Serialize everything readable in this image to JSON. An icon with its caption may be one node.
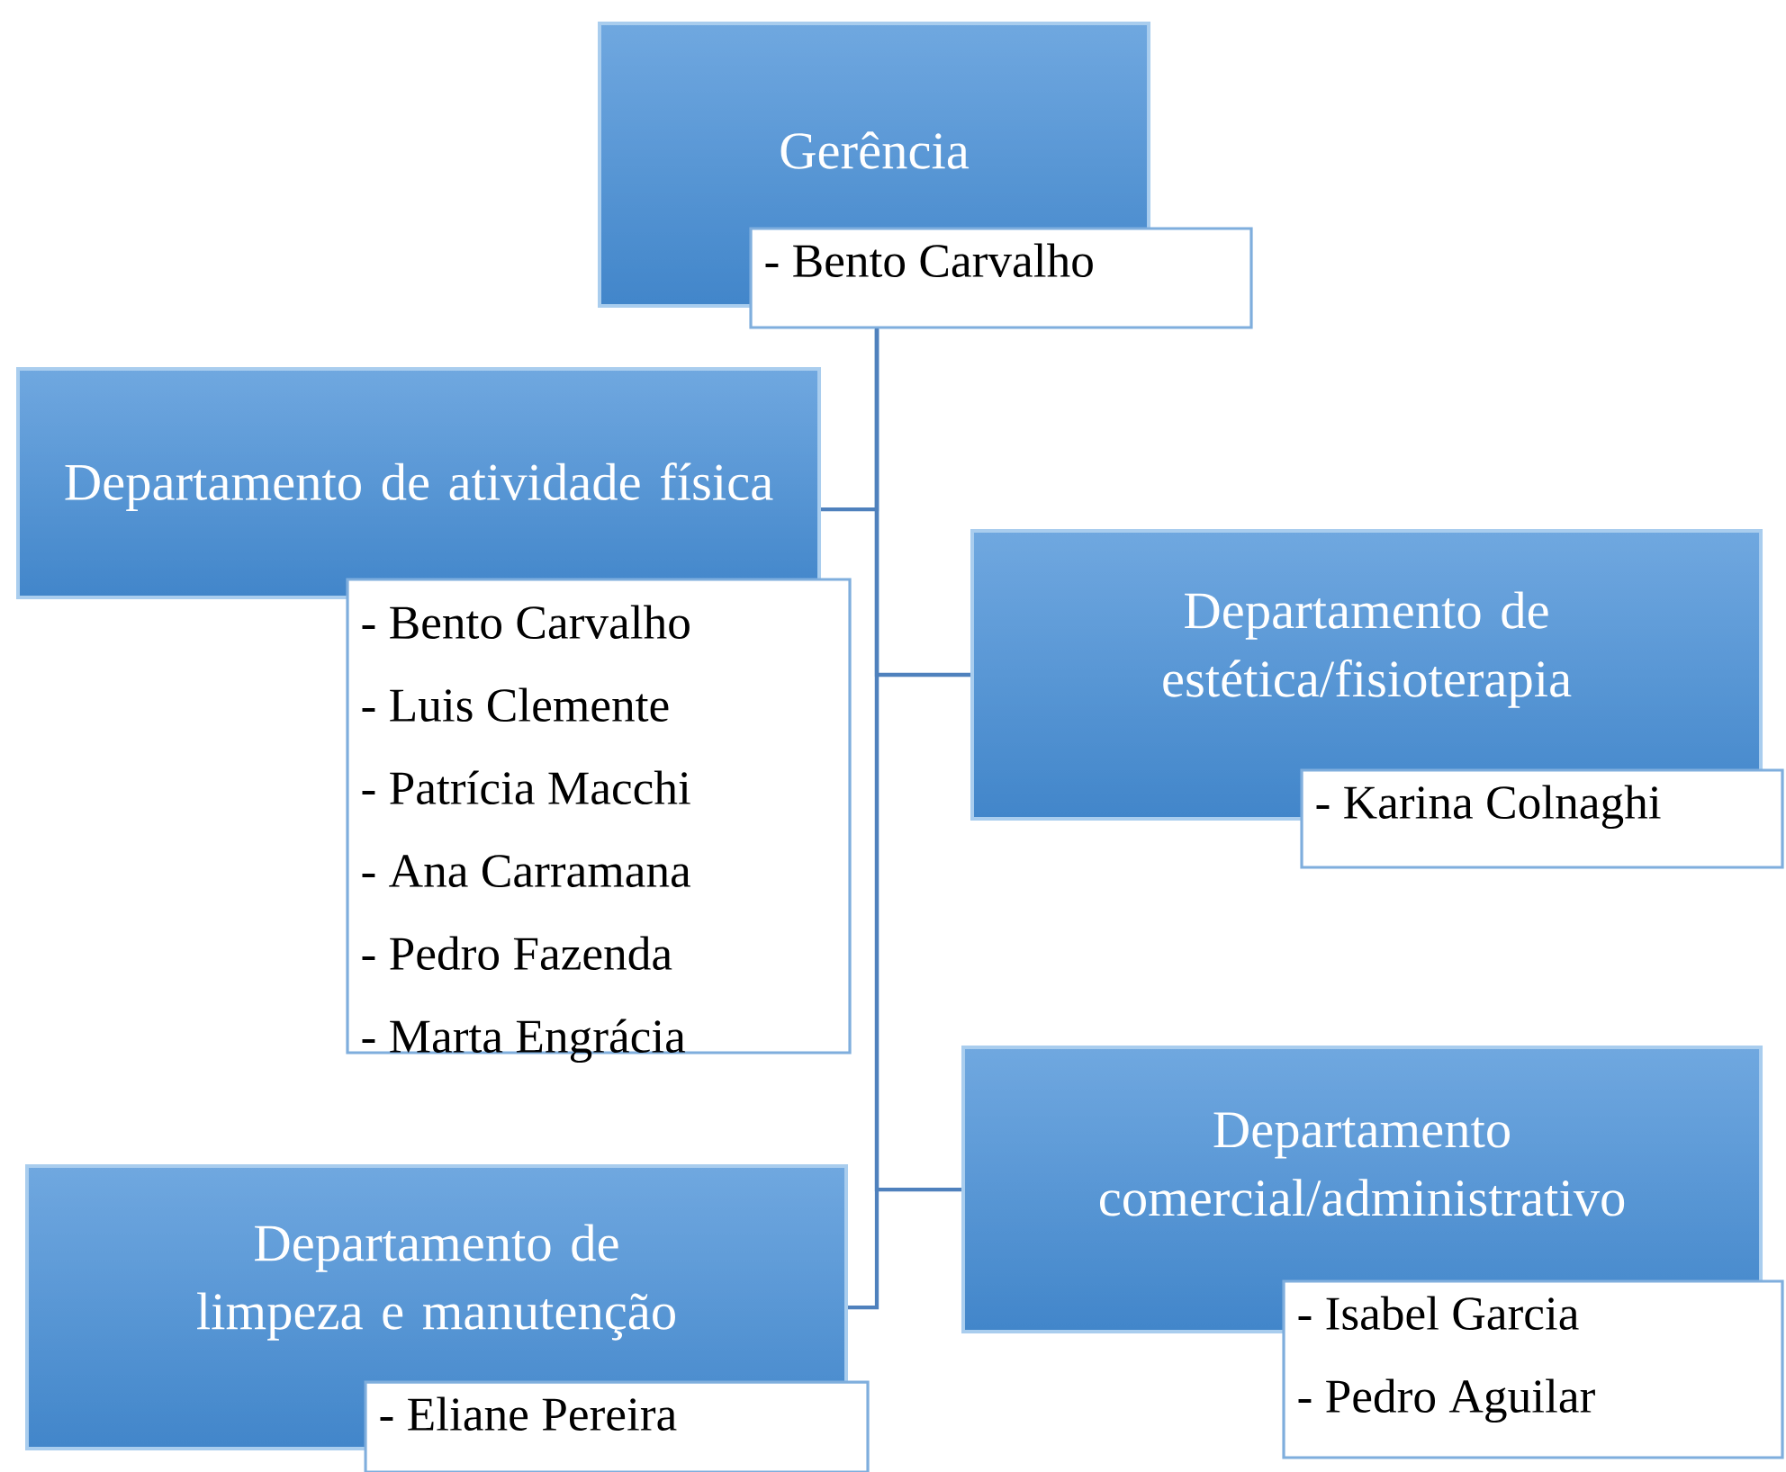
{
  "diagram": {
    "nodes": [
      {
        "text": [
          "Gerência"
        ]
      },
      {
        "text": [
          "- Bento Carvalho"
        ]
      },
      {
        "text": [
          "Departamento de atividade física"
        ]
      },
      {
        "text": [
          "- Bento Carvalho",
          "- Luis Clemente",
          "- Patrícia Macchi",
          "- Ana Carramana",
          "- Pedro Fazenda",
          "- Marta Engrácia"
        ]
      },
      {
        "text": [
          "Departamento de estética/fisioterapia"
        ]
      },
      {
        "text": [
          "- Karina Colnaghi"
        ]
      },
      {
        "text": [
          "Departamento comercial/administrativo"
        ]
      },
      {
        "text": [
          "- Isabel Garcia",
          "- Pedro Aguilar"
        ]
      },
      {
        "text": [
          "Departamento de limpeza e manutenção"
        ]
      },
      {
        "text": [
          "- Eliane Pereira"
        ]
      }
    ],
    "edges": [
      {
        "from": 1,
        "to": 2,
        "arrow": "none"
      },
      {
        "from": 1,
        "to": 4,
        "arrow": "none"
      },
      {
        "from": 1,
        "to": 6,
        "arrow": "none"
      },
      {
        "from": 1,
        "to": 8,
        "arrow": "none"
      }
    ]
  }
}
